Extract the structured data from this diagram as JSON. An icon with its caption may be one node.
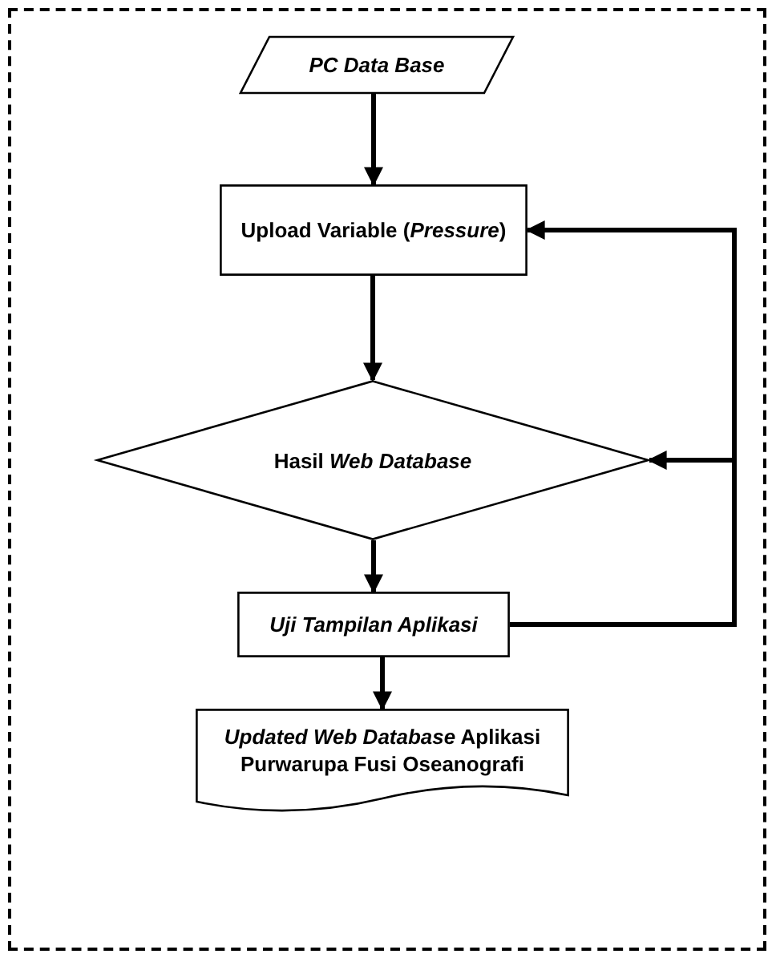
{
  "diagram": {
    "nodes": [
      {
        "text": [
          "PC Data Base"
        ]
      },
      {
        "text": [
          "Upload Variable (*Pressure*)"
        ]
      },
      {
        "text": [
          "Hasil *Web Database*"
        ]
      },
      {
        "text": [
          "Uji Tampilan Aplikasi"
        ]
      },
      {
        "text": [
          "*Updated Web Database* Aplikasi Purwarupa Fusi Oseanografi"
        ]
      }
    ],
    "edges": [
      {
        "from": 0,
        "to": 1,
        "arrow": "to"
      },
      {
        "from": 1,
        "to": 2,
        "arrow": "to"
      },
      {
        "from": 2,
        "to": 3,
        "arrow": "to"
      },
      {
        "from": 3,
        "to": 4,
        "arrow": "to"
      },
      {
        "from": 3,
        "to": 1,
        "arrow": "to"
      },
      {
        "from": 3,
        "to": 2,
        "arrow": "to"
      }
    ]
  }
}
